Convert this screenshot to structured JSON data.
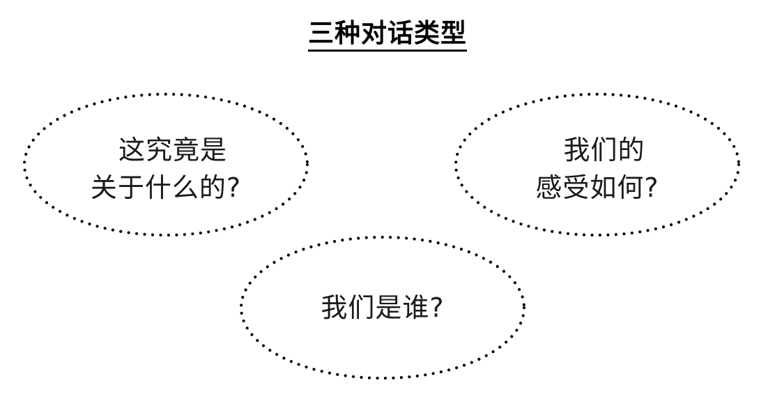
{
  "title": "三种对话类型",
  "bubbles": {
    "what_happened": {
      "line1": "这究竟是",
      "line2": "关于什么的?"
    },
    "feelings": {
      "line1": "我们的",
      "line2": "感受如何?"
    },
    "identity": {
      "line1": "我们是谁?"
    }
  },
  "style": {
    "outline_color": "#000000",
    "text_color": "#1a1a1a",
    "background": "#ffffff"
  }
}
